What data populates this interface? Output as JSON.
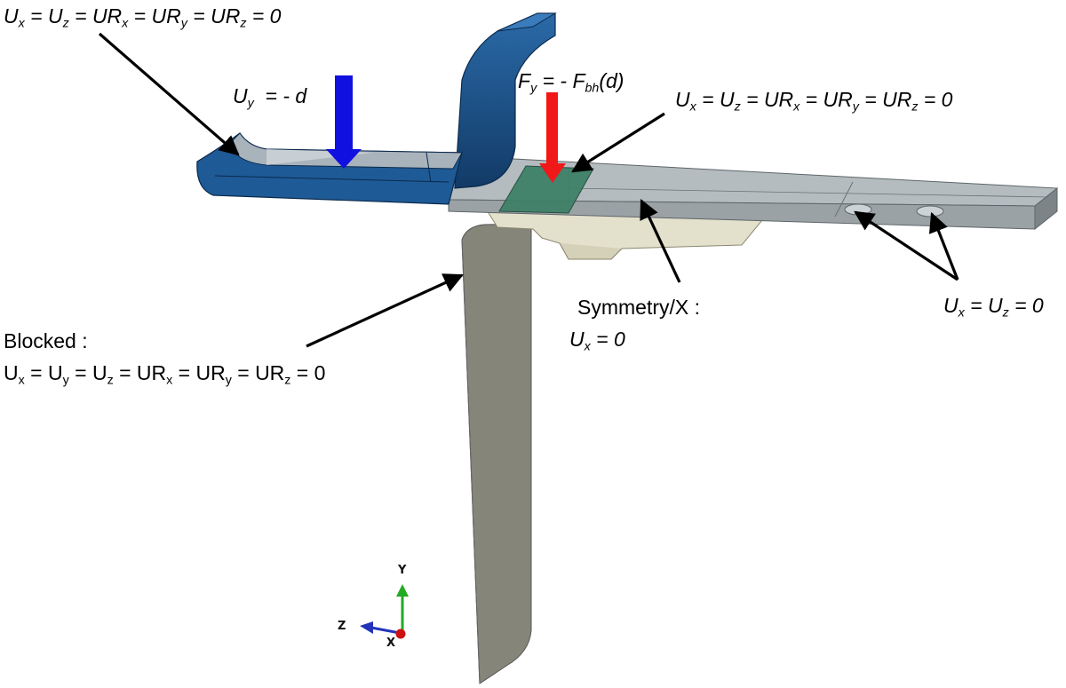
{
  "labels": {
    "top_left": {
      "u1": "U",
      "s1": "x",
      "t1": " = ",
      "u2": "U",
      "s2": "z",
      "t2": " = ",
      "u3": "UR",
      "s3": "x",
      "t3": " = ",
      "u4": "UR",
      "s4": "y",
      "t4": " = ",
      "u5": "UR",
      "s5": "z",
      "t5": " = 0"
    },
    "uy": {
      "u": "U",
      "s": "y",
      "t": "  = - d"
    },
    "fy": {
      "u": "F",
      "s": "y",
      "t1": " = - F",
      "s2": "bh",
      "t2": "(d)"
    },
    "mid_right": {
      "u1": "U",
      "s1": "x",
      "t1": " = ",
      "u2": "U",
      "s2": "z",
      "t2": " = ",
      "u3": "UR",
      "s3": "x",
      "t3": " = ",
      "u4": "UR",
      "s4": "y",
      "t4": " = ",
      "u5": "UR",
      "s5": "z",
      "t5": " = 0"
    },
    "symmetry": {
      "title": "Symmetry/X :",
      "u": "U",
      "s": "x",
      "t": " = 0"
    },
    "right": {
      "u1": "U",
      "s1": "x",
      "t1": " = ",
      "u2": "U",
      "s2": "z",
      "t2": " = 0"
    },
    "blocked": {
      "title": "Blocked :",
      "u1": "U",
      "s1": "x",
      "t1": " = ",
      "u2": "U",
      "s2": "y",
      "t2": " = ",
      "u3": "U",
      "s3": "z",
      "t3": " = ",
      "u4": "UR",
      "s4": "x",
      "t4": " = ",
      "u5": "UR",
      "s5": "y",
      "t5": " = ",
      "u6": "UR",
      "s6": "z",
      "t6": " = 0"
    }
  },
  "triad": {
    "y": "Y",
    "z": "Z",
    "x": "X"
  },
  "colors": {
    "blank_holder": "#1e5a96",
    "blank_holder_dark": "#123a66",
    "sheet_top": "#b4bcc0",
    "sheet_side": "#8f979b",
    "die": "#86857a",
    "punch": "#e3e0cc",
    "contact_patch": "#3f8068",
    "force_blue": "#1010e0",
    "force_red": "#f01818",
    "axis_y": "#22aa22",
    "axis_z": "#2233bb",
    "axis_x": "#cc1111"
  }
}
